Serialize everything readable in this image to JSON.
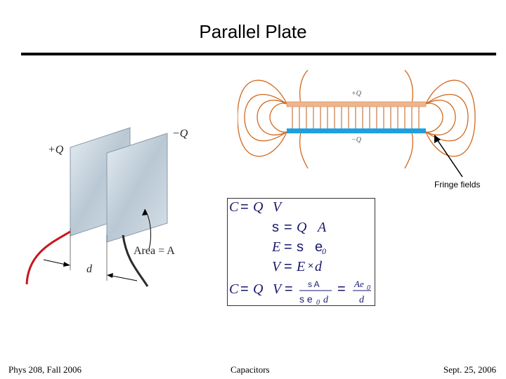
{
  "slide": {
    "title": "Parallel Plate",
    "fringe_label": "Fringe fields"
  },
  "plate_figure": {
    "plus_q": "+Q",
    "minus_q": "−Q",
    "area_label": "Area = A",
    "separation_label": "d"
  },
  "field_figure": {
    "plus_q": "+Q",
    "minus_q": "−Q",
    "colors": {
      "top_plate": "#f0b48c",
      "bottom_plate": "#1ea0e0",
      "field_lines": "#d2691e"
    }
  },
  "equations": {
    "line1": {
      "lhs": "C",
      "eq": "=",
      "q": "Q",
      "v": "V"
    },
    "line2": {
      "s": "s",
      "eq": "=",
      "q": "Q",
      "a": "A"
    },
    "line3": {
      "e": "E",
      "eq": "=",
      "s": "s",
      "e0": "e",
      "sub0": "0"
    },
    "line4": {
      "v": "V",
      "eq": "=",
      "e": "E",
      "times": "×",
      "d": "d"
    },
    "line5": {
      "lhs": "C",
      "eq1": "=",
      "q": "Q",
      "v": "V",
      "eq2": "=",
      "frac1_num": "s A",
      "frac1_den_s": "s e",
      "frac1_den_0": "0",
      "frac1_den_d": "d",
      "eq3": "=",
      "frac2_num_a": "Ae",
      "frac2_num_0": "0",
      "frac2_den": "d"
    }
  },
  "footer": {
    "left": "Phys 208, Fall 2006",
    "center": "Capacitors",
    "right": "Sept. 25, 2006"
  }
}
